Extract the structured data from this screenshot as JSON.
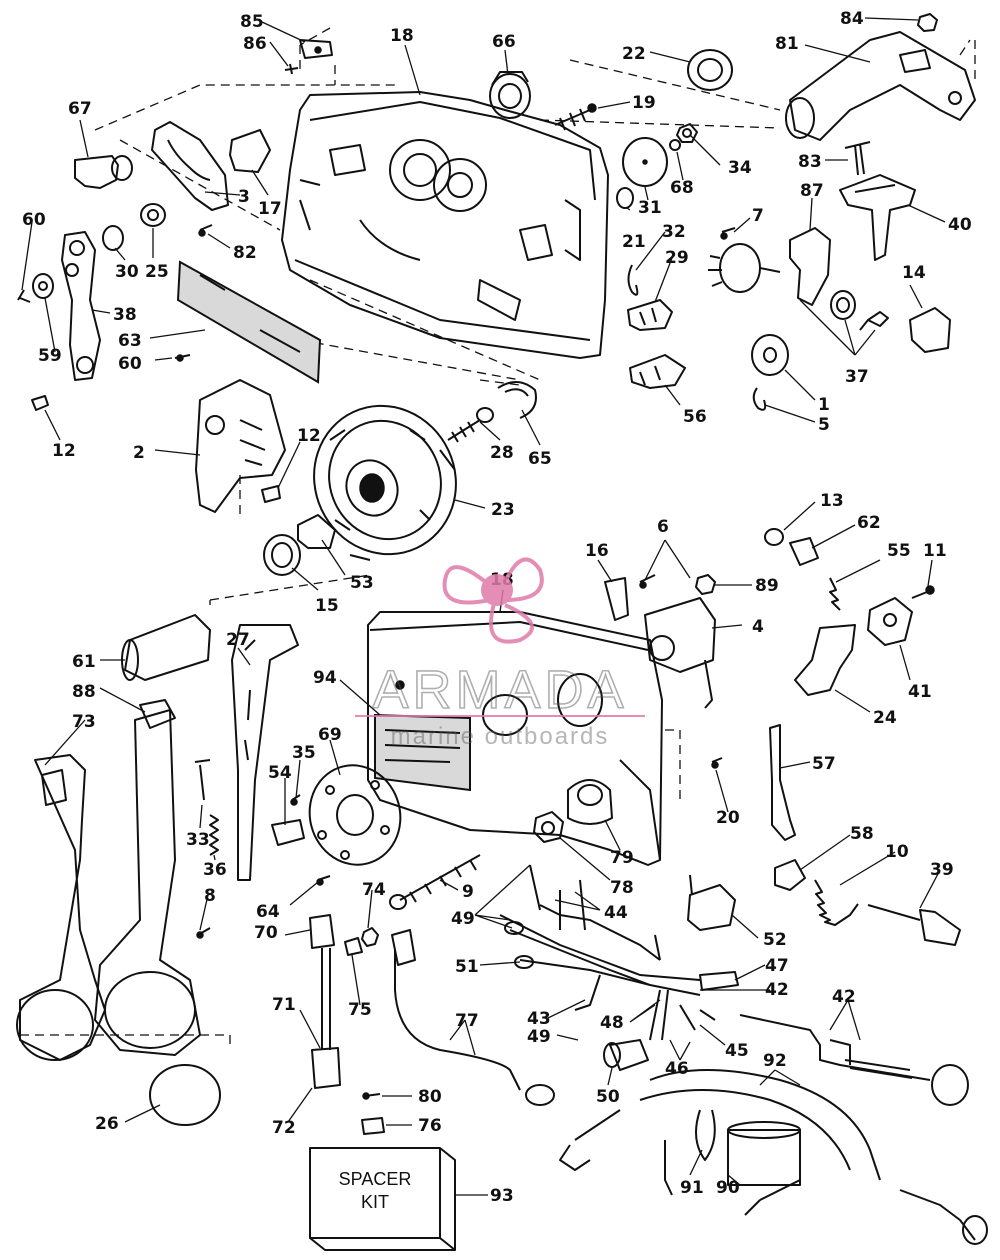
{
  "parts": {
    "p85": "85",
    "p86": "86",
    "p18a": "18",
    "p66": "66",
    "p22": "22",
    "p81": "81",
    "p84": "84",
    "p67": "67",
    "p19": "19",
    "p34": "34",
    "p68": "68",
    "p83": "83",
    "p3": "3",
    "p17": "17",
    "p60a": "60",
    "p30": "30",
    "p25": "25",
    "p82": "82",
    "p31": "31",
    "p21": "21",
    "p7": "7",
    "p87": "87",
    "p40": "40",
    "p32": "32",
    "p29": "29",
    "p14": "14",
    "p38": "38",
    "p63": "63",
    "p59": "59",
    "p60b": "60",
    "p37": "37",
    "p1": "1",
    "p5": "5",
    "p56": "56",
    "p12a": "12",
    "p2": "2",
    "p12b": "12",
    "p28": "28",
    "p65": "65",
    "p23": "23",
    "p13": "13",
    "p62": "62",
    "p6": "6",
    "p16": "16",
    "p55": "55",
    "p11": "11",
    "p53": "53",
    "p15": "15",
    "p18b": "18",
    "p89": "89",
    "p4": "4",
    "p41": "41",
    "p27": "27",
    "p61": "61",
    "p88": "88",
    "p94": "94",
    "p24": "24",
    "p73": "73",
    "p69": "69",
    "p35": "35",
    "p54": "54",
    "p57": "57",
    "p20": "20",
    "p33": "33",
    "p36": "36",
    "p58": "58",
    "p10": "10",
    "p39": "39",
    "p79": "79",
    "p78": "78",
    "p9": "9",
    "p74": "74",
    "p64": "64",
    "p8": "8",
    "p49a": "49",
    "p44": "44",
    "p52": "52",
    "p70": "70",
    "p51": "51",
    "p47": "47",
    "p42a": "42",
    "p42b": "42",
    "p71": "71",
    "p75": "75",
    "p77": "77",
    "p43": "43",
    "p48": "48",
    "p49b": "49",
    "p45": "45",
    "p46": "46",
    "p26": "26",
    "p80": "80",
    "p50": "50",
    "p92": "92",
    "p72": "72",
    "p76": "76",
    "p91": "91",
    "p90": "90",
    "p93": "93"
  },
  "spacer_kit": {
    "line1": "SPACER",
    "line2": "KIT"
  },
  "watermark": {
    "brand": "ARMADA",
    "tagline": "marine outboards",
    "color": "#e07aa9"
  }
}
